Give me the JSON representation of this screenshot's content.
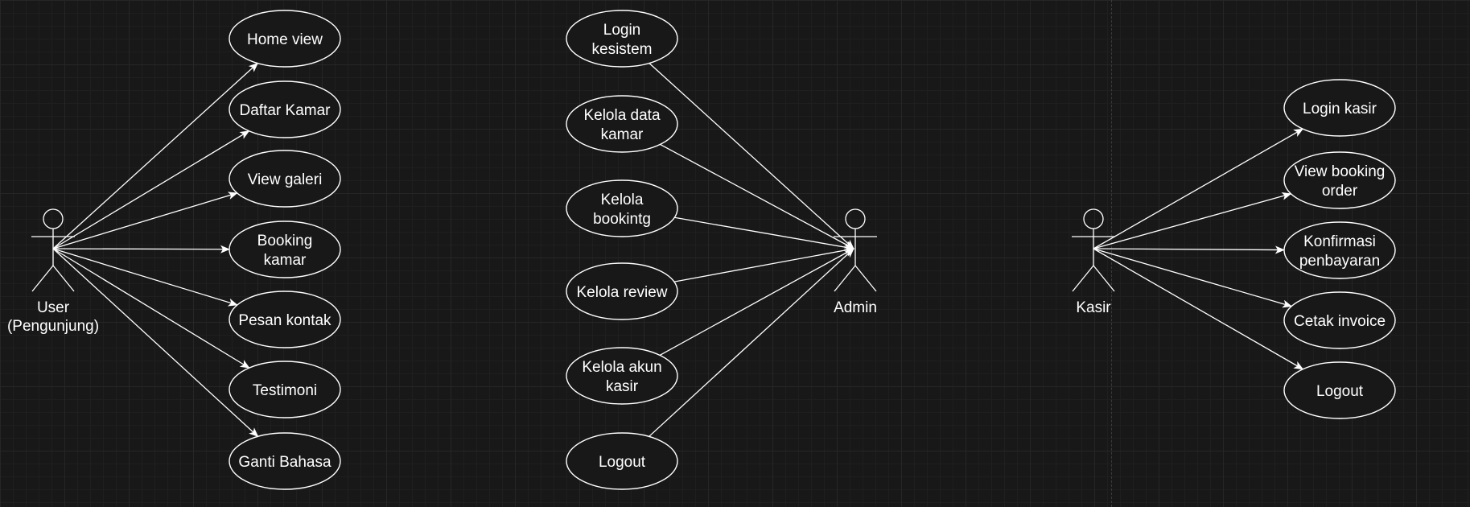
{
  "diagram": {
    "actors": [
      {
        "id": "user",
        "lines": [
          "User",
          "(Pengunjung)"
        ]
      },
      {
        "id": "admin",
        "lines": [
          "Admin"
        ]
      },
      {
        "id": "kasir",
        "lines": [
          "Kasir"
        ]
      }
    ],
    "use_cases": [
      {
        "id": "uc-home-view",
        "actor": "user",
        "lines": [
          "Home view"
        ]
      },
      {
        "id": "uc-daftar-kamar",
        "actor": "user",
        "lines": [
          "Daftar Kamar"
        ]
      },
      {
        "id": "uc-view-galeri",
        "actor": "user",
        "lines": [
          "View galeri"
        ]
      },
      {
        "id": "uc-booking-kamar",
        "actor": "user",
        "lines": [
          "Booking",
          "kamar"
        ]
      },
      {
        "id": "uc-pesan-kontak",
        "actor": "user",
        "lines": [
          "Pesan kontak"
        ]
      },
      {
        "id": "uc-testimoni",
        "actor": "user",
        "lines": [
          "Testimoni"
        ]
      },
      {
        "id": "uc-ganti-bahasa",
        "actor": "user",
        "lines": [
          "Ganti Bahasa"
        ]
      },
      {
        "id": "uc-login-kesistem",
        "actor": "admin",
        "lines": [
          "Login",
          "kesistem"
        ]
      },
      {
        "id": "uc-kelola-data-kamar",
        "actor": "admin",
        "lines": [
          "Kelola data",
          "kamar"
        ]
      },
      {
        "id": "uc-kelola-bookintg",
        "actor": "admin",
        "lines": [
          "Kelola",
          "bookintg"
        ]
      },
      {
        "id": "uc-kelola-review",
        "actor": "admin",
        "lines": [
          "Kelola review"
        ]
      },
      {
        "id": "uc-kelola-akun-kasir",
        "actor": "admin",
        "lines": [
          "Kelola akun",
          "kasir"
        ]
      },
      {
        "id": "uc-logout-admin",
        "actor": "admin",
        "lines": [
          "Logout"
        ]
      },
      {
        "id": "uc-login-kasir",
        "actor": "kasir",
        "lines": [
          "Login kasir"
        ]
      },
      {
        "id": "uc-view-booking-order",
        "actor": "kasir",
        "lines": [
          "View booking",
          "order"
        ]
      },
      {
        "id": "uc-konfirmasi-pembayaran",
        "actor": "kasir",
        "lines": [
          "Konfirmasi",
          "penbayaran"
        ]
      },
      {
        "id": "uc-cetak-invoice",
        "actor": "kasir",
        "lines": [
          "Cetak invoice"
        ]
      },
      {
        "id": "uc-logout-kasir",
        "actor": "kasir",
        "lines": [
          "Logout"
        ]
      }
    ],
    "colors": {
      "background": "#181818",
      "stroke": "#ffffff",
      "text": "#ffffff"
    }
  }
}
